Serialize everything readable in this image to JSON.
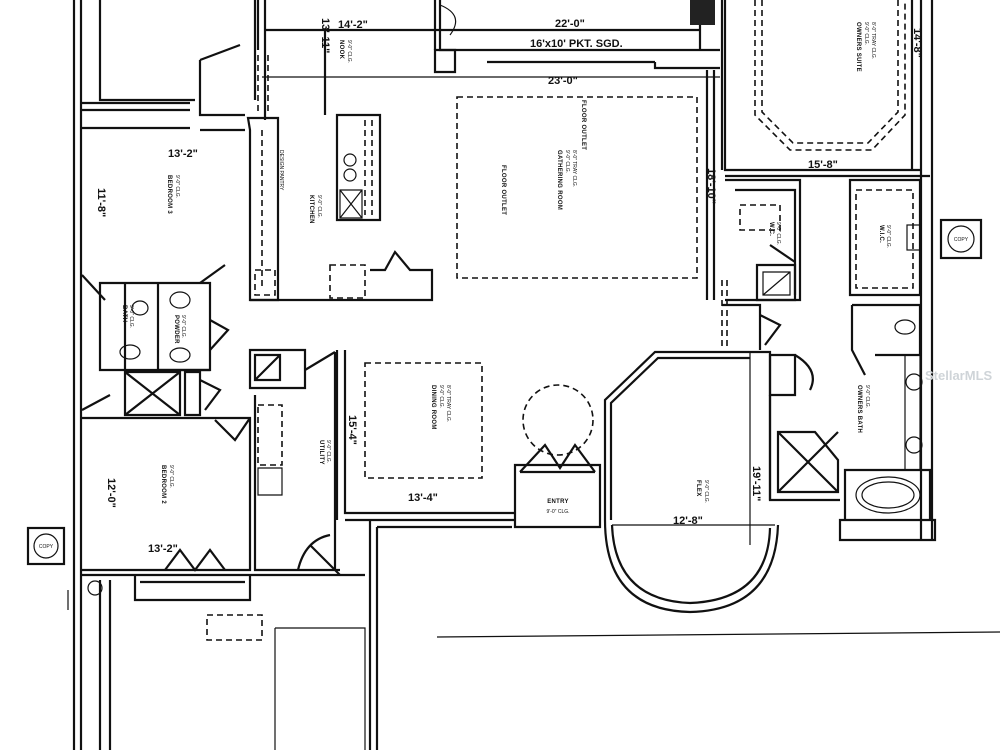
{
  "plan": {
    "dimensions": {
      "nook_width": "14'-2\"",
      "nook_depth": "13'-11\"",
      "gathering_top": "22'-0\"",
      "gathering_width": "23'-0\"",
      "gathering_depth": "18'-10\"",
      "owners_suite_width": "15'-8\"",
      "owners_suite_depth": "14'-8\"",
      "bedroom3_width": "13'-2\"",
      "bedroom3_depth": "11'-8\"",
      "dining_depth": "15'-4\"",
      "dining_width": "13'-4\"",
      "flex_width": "12'-8\"",
      "flex_depth": "19'-11\"",
      "bedroom2_depth": "12'-0\"",
      "bedroom2_width": "13'-2\""
    },
    "door_note": "16'x10' PKT. SGD.",
    "rooms": {
      "nook": {
        "name": "NOOK",
        "ceiling": "9'-0\" CLG."
      },
      "gathering": {
        "name": "GATHERING ROOM",
        "ceiling": "9'-0\" CLG.",
        "tray": "8'-0\" TRAY CLG."
      },
      "floor_outlet_1": {
        "name": "FLOOR OUTLET"
      },
      "floor_outlet_2": {
        "name": "FLOOR OUTLET"
      },
      "owners_suite": {
        "name": "OWNERS SUITE",
        "ceiling": "9'-0\" CLG.",
        "tray": "8'-0\" TRAY CLG."
      },
      "bedroom3": {
        "name": "BEDROOM 3",
        "ceiling": "9'-0\" CLG."
      },
      "pantry": {
        "name": "DESIGN PANTRY"
      },
      "kitchen": {
        "name": "KITCHEN",
        "ceiling": "9'-0\" CLG."
      },
      "bath": {
        "name": "BATH",
        "ceiling": "9'-0\" CLG."
      },
      "powder": {
        "name": "POWDER",
        "ceiling": "9'-0\" CLG."
      },
      "owners_wc": {
        "name": "W.C.",
        "ceiling": "9'-0\" CLG."
      },
      "wic": {
        "name": "W.I.C.",
        "ceiling": "9'-0\" CLG."
      },
      "utility": {
        "name": "UTILITY",
        "ceiling": "9'-0\" CLG."
      },
      "dining": {
        "name": "DINING ROOM",
        "ceiling": "9'-0\" CLG.",
        "tray": "8'-0\" TRAY CLG."
      },
      "entry": {
        "name": "ENTRY",
        "ceiling": "9'-0\" CLG."
      },
      "flex": {
        "name": "FLEX",
        "ceiling": "9'-0\" CLG."
      },
      "owners_bath": {
        "name": "OWNERS BATH",
        "ceiling": "9'-0\" CLG."
      },
      "bedroom2": {
        "name": "BEDROOM 2",
        "ceiling": "9'-0\" CLG."
      }
    },
    "copy_stamp": "COPY",
    "watermark": "StellarMLS"
  }
}
